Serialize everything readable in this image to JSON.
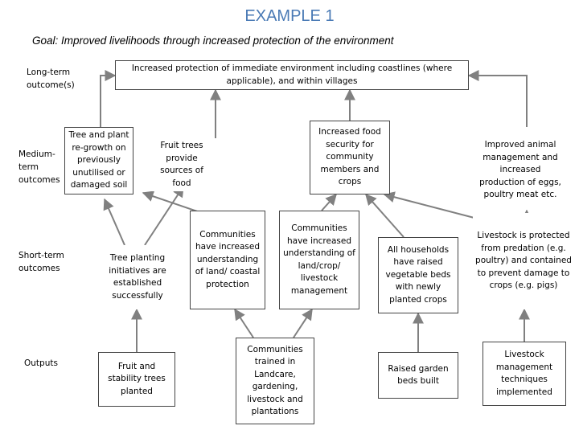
{
  "title": "EXAMPLE 1",
  "goal": "Goal: Improved livelihoods through increased protection of the environment",
  "row_labels": {
    "long_term": "Long-term outcome(s)",
    "medium_term": "Medium-term outcomes",
    "short_term": "Short-term outcomes",
    "outputs": "Outputs"
  },
  "boxes": {
    "long_term": "Increased protection of immediate environment including coastlines (where applicable), and within villages",
    "regrowth": "Tree and plant re-growth on previously unutilised or damaged soil",
    "fruit_trees_food": "Fruit trees provide sources of food",
    "food_security": "Increased food security for community members and crops",
    "animal_mgmt": "Improved animal management and increased production of eggs, poultry meat etc.",
    "tree_planting": "Tree planting initiatives are established successfully",
    "coastal_understanding": "Communities have increased understanding of land/ coastal protection",
    "livestock_understanding": "Communities have increased understanding of land/crop/ livestock management",
    "veg_beds": "All households have raised vegetable beds with newly planted crops",
    "livestock_protected": "Livestock is protected from predation (e.g. poultry) and contained to prevent damage to crops (e.g. pigs)",
    "fruit_planted": "Fruit and stability trees planted",
    "trained": "Communities trained in Landcare, gardening, livestock and plantations",
    "garden_beds": "Raised garden beds built",
    "livestock_techniques": "Livestock management techniques implemented"
  },
  "colors": {
    "title": "#4a7ab5",
    "arrow": "#808080",
    "border": "#444444"
  }
}
